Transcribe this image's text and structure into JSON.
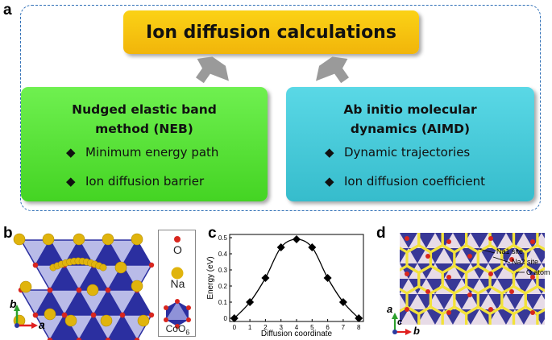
{
  "panels": {
    "a": "a",
    "b": "b",
    "c": "c",
    "d": "d"
  },
  "top": {
    "title": "Ion diffusion calculations",
    "neb": {
      "title_line1": "Nudged elastic band",
      "title_line2": "method (NEB)",
      "bullets": [
        "Minimum energy path",
        "Ion diffusion barrier"
      ]
    },
    "aimd": {
      "title_line1": "Ab initio molecular",
      "title_line2": "dynamics (AIMD)",
      "bullets": [
        "Dynamic trajectories",
        "Ion diffusion coefficient"
      ]
    },
    "colors": {
      "title_box": "#f6c20f",
      "neb_box": "#55e03a",
      "aimd_box": "#45c8d8",
      "arrow": "#9a9a9a",
      "border": "#2f6fb6"
    }
  },
  "panel_b": {
    "legend": {
      "o": "O",
      "na": "Na",
      "coo6_base": "CoO",
      "coo6_sub": "6"
    },
    "axes": {
      "b": "b",
      "a": "a"
    },
    "colors": {
      "o": "#d8261e",
      "na": "#e0b40d",
      "coo6": "#2b2fa0"
    }
  },
  "panel_d": {
    "annotations": [
      "Na1 site",
      "Na2 site",
      "O atom"
    ],
    "axes": {
      "a": "a",
      "c": "c",
      "b": "b"
    }
  },
  "chart_data": {
    "type": "line",
    "x": [
      0,
      1,
      2,
      3,
      4,
      5,
      6,
      7,
      8
    ],
    "values": [
      0.0,
      0.1,
      0.25,
      0.44,
      0.49,
      0.44,
      0.25,
      0.1,
      0.0
    ],
    "xlabel": "Diffusion coordinate",
    "ylabel": "Energy (eV)",
    "xlim": [
      -0.3,
      8.3
    ],
    "ylim": [
      -0.02,
      0.52
    ],
    "xticks": [
      0,
      1,
      2,
      3,
      4,
      5,
      6,
      7,
      8
    ],
    "yticks": [
      0,
      0.1,
      0.2,
      0.3,
      0.4,
      0.5
    ],
    "ytick_labels": [
      "0",
      "0.1",
      "0.2",
      "0.3",
      "0.4",
      "0.5"
    ],
    "marker": "diamond",
    "grid": false
  }
}
